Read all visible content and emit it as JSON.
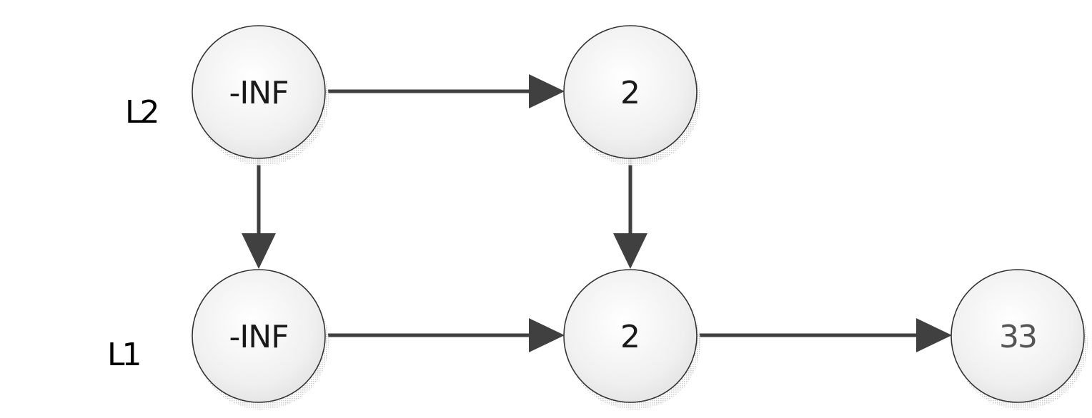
{
  "level_labels": {
    "upper": "L2",
    "lower": "L1"
  },
  "nodes": {
    "l2_head": "-INF",
    "l2_node_1": "2",
    "l1_head": "-INF",
    "l1_node_1": "2",
    "l1_node_2": "33"
  },
  "colors": {
    "node_fill": "#f2f2f2",
    "node_stroke": "#333333",
    "edge": "#404040",
    "shadow": "#b0b0b0"
  }
}
